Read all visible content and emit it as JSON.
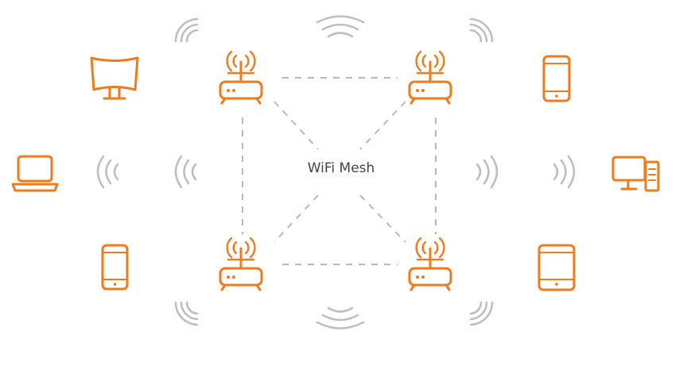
{
  "diagram": {
    "center_label": "WiFi Mesh",
    "colors": {
      "accent": "#f07b1a",
      "wave": "#bfbfbf",
      "mesh_line": "#b8b8b8",
      "label": "#444444"
    },
    "routers": [
      {
        "id": "top-left",
        "icon": "router-icon"
      },
      {
        "id": "top-right",
        "icon": "router-icon"
      },
      {
        "id": "bottom-left",
        "icon": "router-icon"
      },
      {
        "id": "bottom-right",
        "icon": "router-icon"
      }
    ],
    "devices": [
      {
        "id": "tv",
        "icon": "tv-monitor-icon"
      },
      {
        "id": "laptop",
        "icon": "laptop-icon"
      },
      {
        "id": "phone-left",
        "icon": "smartphone-icon"
      },
      {
        "id": "phone-right",
        "icon": "smartphone-icon"
      },
      {
        "id": "desktop",
        "icon": "desktop-computer-icon"
      },
      {
        "id": "tablet",
        "icon": "tablet-icon"
      }
    ]
  }
}
